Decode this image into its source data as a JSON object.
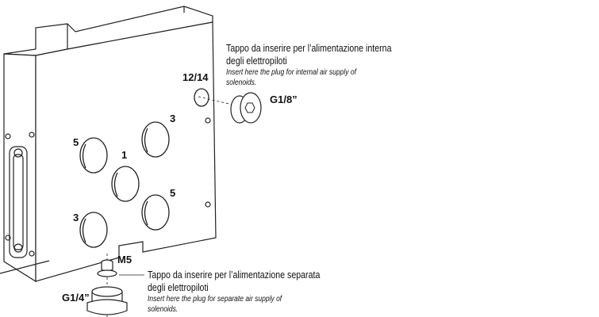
{
  "labels": {
    "port_12_14": "12/14",
    "port_5_left": "5",
    "port_3_top": "3",
    "port_1": "1",
    "port_5_right": "5",
    "port_3_bottom": "3",
    "thread_g18": "G1/8”",
    "thread_m5": "M5",
    "thread_g14": "G1/4”"
  },
  "notes": {
    "internal": {
      "it_line1": "Tappo da inserire per l’alimentazione interna",
      "it_line2": "degli elettropiloti",
      "en_line1": "Insert here the plug for internal air supply of",
      "en_line2": "solenoids."
    },
    "separate": {
      "it_line1": "Tappo da inserire per l’alimentazione separata",
      "it_line2": "degli elettropiloti",
      "en_line1": "Insert here the plug for separate air supply of",
      "en_line2": "solenoids."
    }
  }
}
